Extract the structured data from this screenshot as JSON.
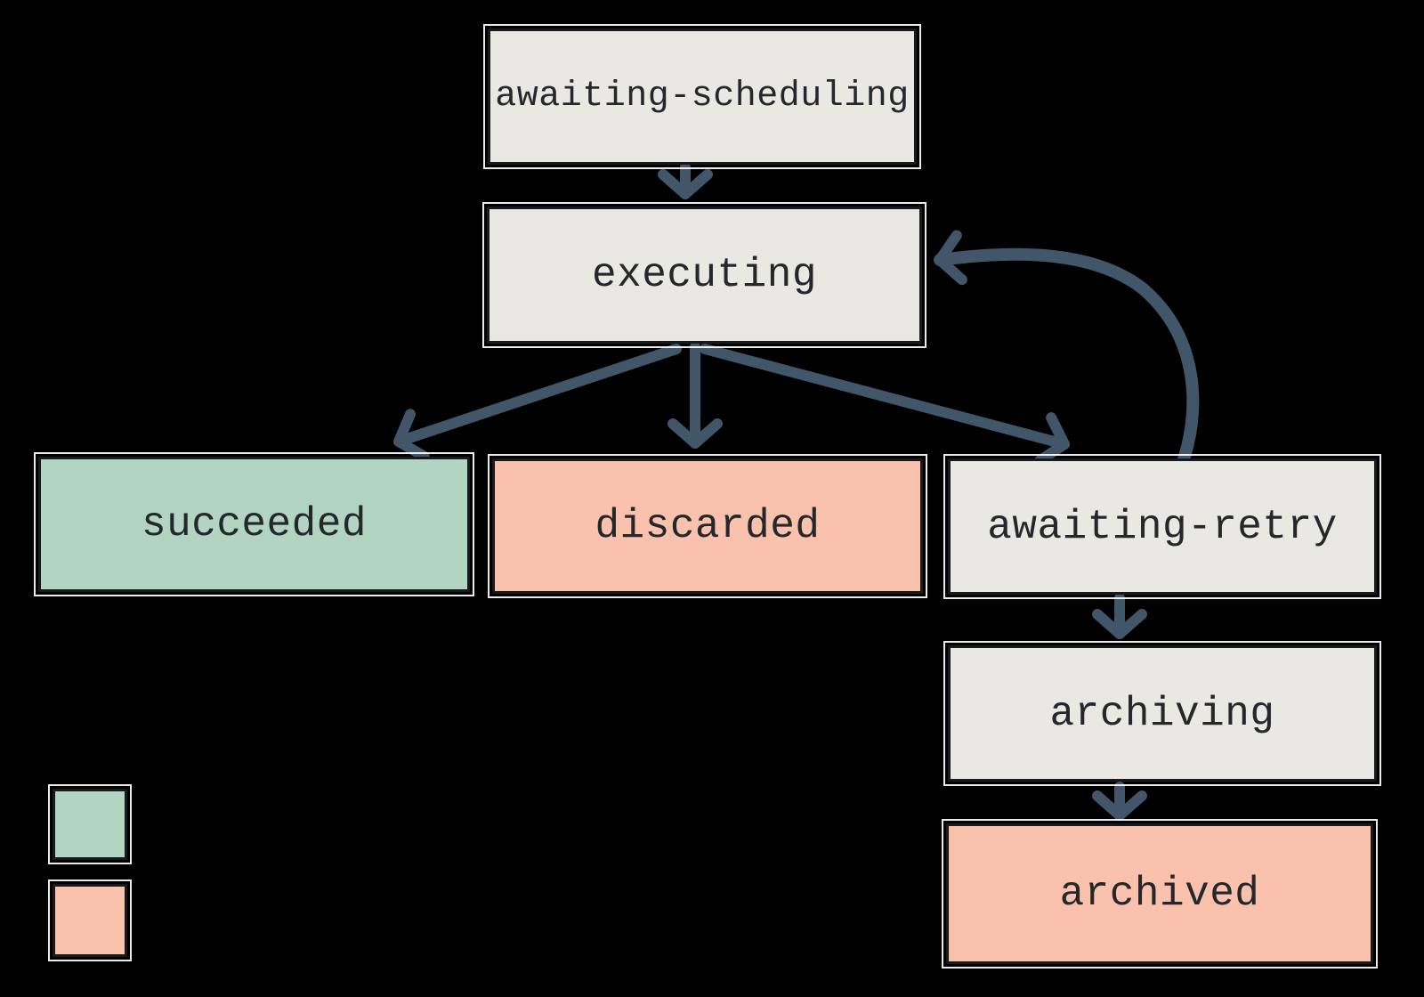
{
  "diagram": {
    "nodes": [
      {
        "id": "awaiting-scheduling",
        "label": "awaiting-scheduling",
        "fill": "#e9e8e3"
      },
      {
        "id": "executing",
        "label": "executing",
        "fill": "#e9e8e3"
      },
      {
        "id": "succeeded",
        "label": "succeeded",
        "fill": "#b2d4c2"
      },
      {
        "id": "discarded",
        "label": "discarded",
        "fill": "#fac2ac"
      },
      {
        "id": "awaiting-retry",
        "label": "awaiting-retry",
        "fill": "#e9e8e3"
      },
      {
        "id": "archiving",
        "label": "archiving",
        "fill": "#e9e8e3"
      },
      {
        "id": "archived",
        "label": "archived",
        "fill": "#fac2ac"
      }
    ],
    "edges": [
      {
        "from": "awaiting-scheduling",
        "to": "executing"
      },
      {
        "from": "executing",
        "to": "succeeded"
      },
      {
        "from": "executing",
        "to": "discarded"
      },
      {
        "from": "executing",
        "to": "awaiting-retry"
      },
      {
        "from": "awaiting-retry",
        "to": "executing"
      },
      {
        "from": "awaiting-retry",
        "to": "archiving"
      },
      {
        "from": "archiving",
        "to": "archived"
      }
    ]
  },
  "legend": {
    "items": [
      {
        "swatch_color": "#b2d4c2"
      },
      {
        "swatch_color": "#fac2ac"
      }
    ]
  },
  "colors": {
    "background": "#000000",
    "node_fill_gray": "#e9e8e3",
    "node_fill_green": "#b2d4c2",
    "node_fill_salmon": "#fac2ac",
    "node_border": "#17191c",
    "node_accent_outline": "#ffffff",
    "arrow": "#42566a",
    "text": "#24272b"
  }
}
